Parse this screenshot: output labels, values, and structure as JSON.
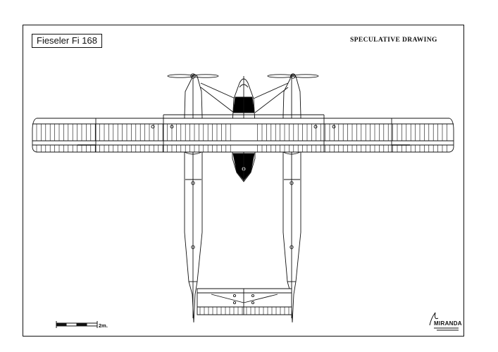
{
  "title": "Fieseler Fi 168",
  "subtitle": "SPECULATIVE DRAWING",
  "scale_label": "2m.",
  "signature": "MIRANDA",
  "colors": {
    "line": "#111111",
    "fill": "#000000",
    "paper": "#ffffff"
  }
}
